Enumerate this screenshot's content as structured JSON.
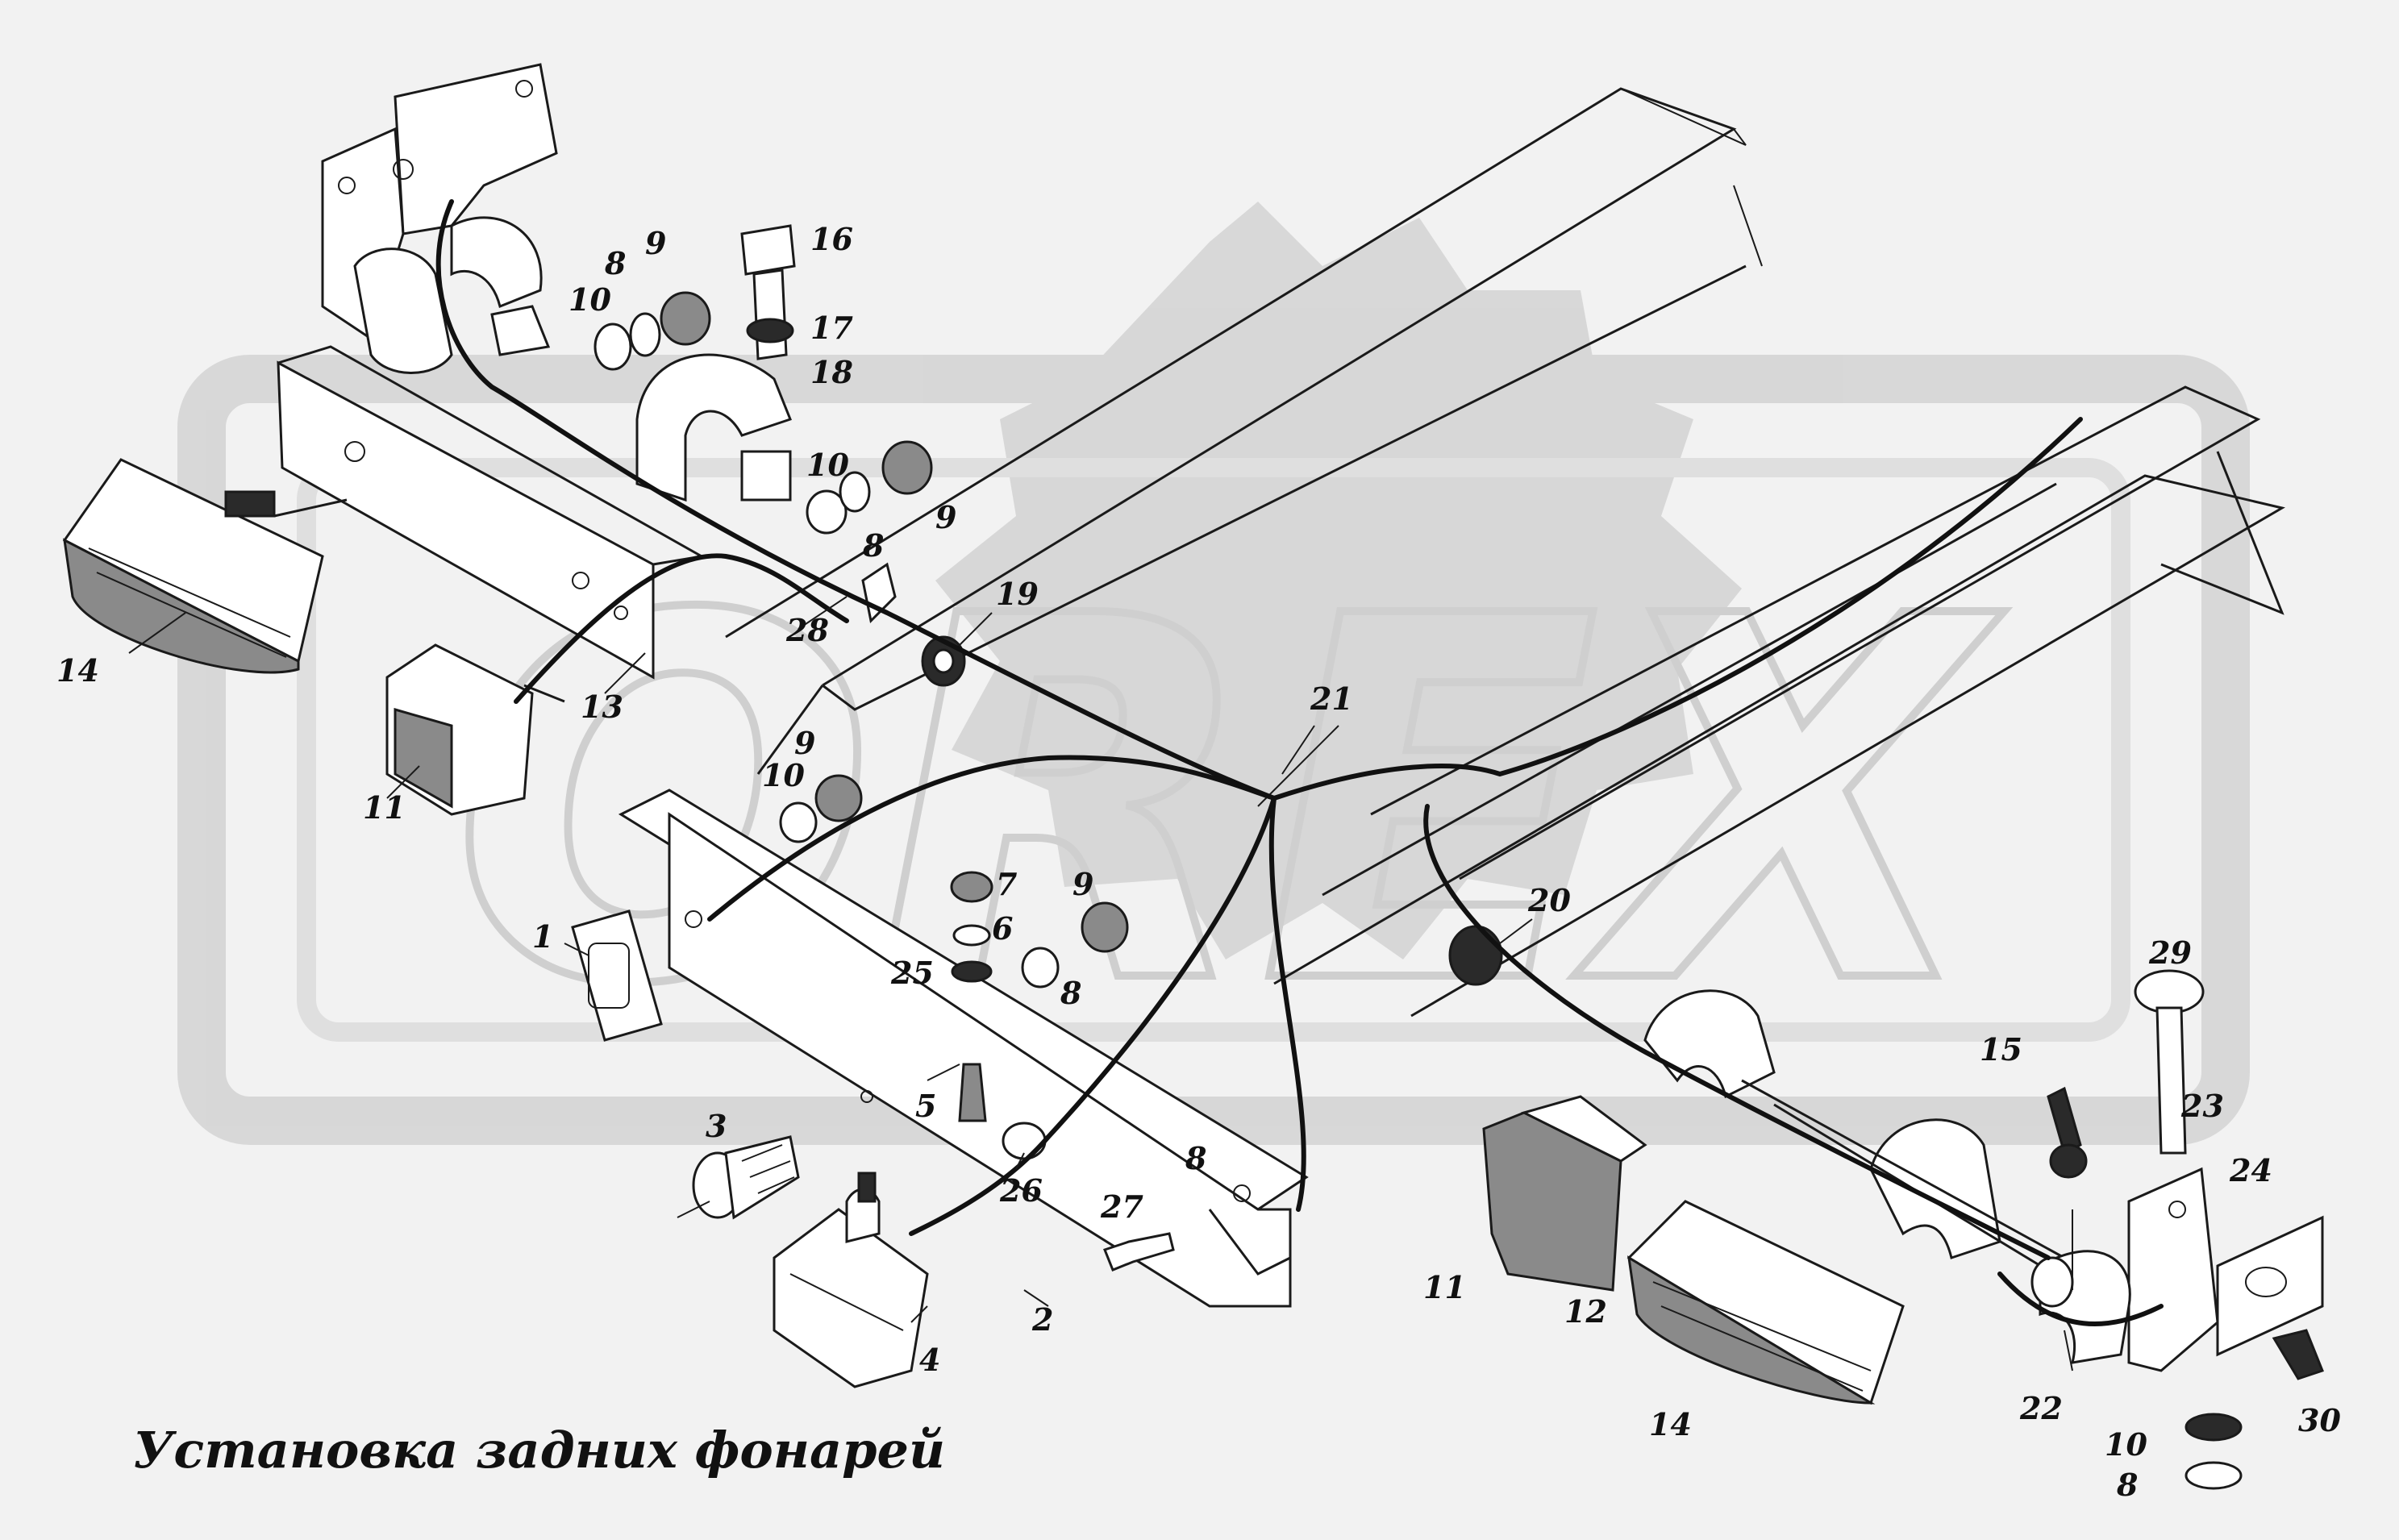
{
  "title": "Установка задних фонарей",
  "watermark": "OREX",
  "colors": {
    "background": "#f2f2f2",
    "watermark": "#c9c9c9",
    "ink": "#111111"
  },
  "callouts": [
    {
      "id": "lbl-14a",
      "text": "14"
    },
    {
      "id": "lbl-13",
      "text": "13"
    },
    {
      "id": "lbl-11a",
      "text": "11"
    },
    {
      "id": "lbl-10a",
      "text": "10"
    },
    {
      "id": "lbl-8a",
      "text": "8"
    },
    {
      "id": "lbl-9a",
      "text": "9"
    },
    {
      "id": "lbl-16",
      "text": "16"
    },
    {
      "id": "lbl-17",
      "text": "17"
    },
    {
      "id": "lbl-18",
      "text": "18"
    },
    {
      "id": "lbl-10b",
      "text": "10"
    },
    {
      "id": "lbl-8b",
      "text": "8"
    },
    {
      "id": "lbl-9b",
      "text": "9"
    },
    {
      "id": "lbl-28",
      "text": "28"
    },
    {
      "id": "lbl-19",
      "text": "19"
    },
    {
      "id": "lbl-9c",
      "text": "9"
    },
    {
      "id": "lbl-10c",
      "text": "10"
    },
    {
      "id": "lbl-21",
      "text": "21"
    },
    {
      "id": "lbl-1",
      "text": "1"
    },
    {
      "id": "lbl-7",
      "text": "7"
    },
    {
      "id": "lbl-6",
      "text": "6"
    },
    {
      "id": "lbl-9d",
      "text": "9"
    },
    {
      "id": "lbl-25",
      "text": "25"
    },
    {
      "id": "lbl-8c",
      "text": "8"
    },
    {
      "id": "lbl-20",
      "text": "20"
    },
    {
      "id": "lbl-3",
      "text": "3"
    },
    {
      "id": "lbl-5",
      "text": "5"
    },
    {
      "id": "lbl-26",
      "text": "26"
    },
    {
      "id": "lbl-27",
      "text": "27"
    },
    {
      "id": "lbl-8d",
      "text": "8"
    },
    {
      "id": "lbl-4",
      "text": "4"
    },
    {
      "id": "lbl-2",
      "text": "2"
    },
    {
      "id": "lbl-11b",
      "text": "11"
    },
    {
      "id": "lbl-12",
      "text": "12"
    },
    {
      "id": "lbl-14b",
      "text": "14"
    },
    {
      "id": "lbl-15",
      "text": "15"
    },
    {
      "id": "lbl-29",
      "text": "29"
    },
    {
      "id": "lbl-23",
      "text": "23"
    },
    {
      "id": "lbl-24",
      "text": "24"
    },
    {
      "id": "lbl-22",
      "text": "22"
    },
    {
      "id": "lbl-10e",
      "text": "10"
    },
    {
      "id": "lbl-8e",
      "text": "8"
    },
    {
      "id": "lbl-30",
      "text": "30"
    }
  ]
}
